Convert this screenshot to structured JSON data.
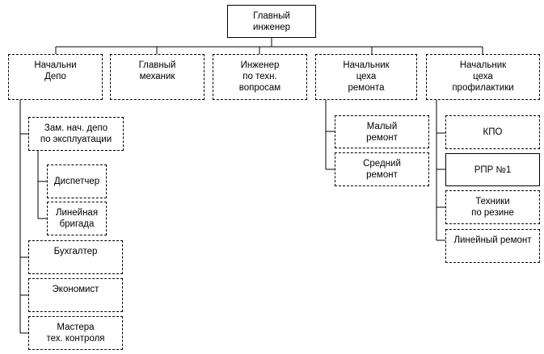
{
  "nodes": {
    "chief_engineer": "Главный\nинженер",
    "depot_head": "Начальни\nДепо",
    "chief_mechanic": "Главный\nмеханик",
    "tech_engineer": "Инженер\nпо техн.\nвопросам",
    "repair_shop_head": "Начальник\nцеха\nремонта",
    "prevention_shop_head": "Начальник\nцеха\nпрофилактики",
    "deputy_depot_head": "Зам. нач. депо\nпо эксплуатации",
    "dispatcher": "Диспетчер",
    "line_brigade": "Линейная\nбригада",
    "accountant": "Бухгалтер",
    "economist": "Экономист",
    "quality_masters": "Мастера\nтех. контроля",
    "small_repair": "Малый\nремонт",
    "medium_repair": "Средний\nремонт",
    "kpo": "КПО",
    "rpr1": "РПР №1",
    "tire_technicians": "Техники\nпо резине",
    "line_repair": "Линейный ремонт"
  }
}
